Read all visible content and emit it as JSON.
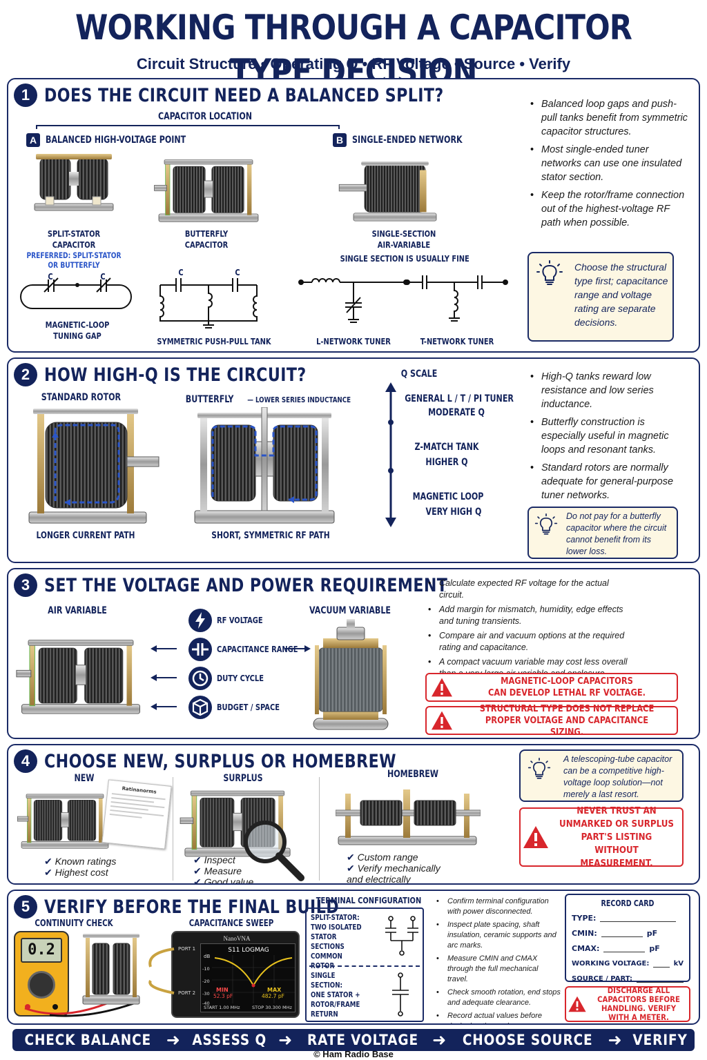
{
  "header": {
    "title": "WORKING THROUGH A CAPACITOR TYPE DECISION",
    "subtitle": "Circuit Structure  •  Operating Q  •  RF Voltage  •  Source  •  Verify"
  },
  "s1": {
    "num": "1",
    "title": "DOES THE CIRCUIT NEED A BALANCED SPLIT?",
    "location": "CAPACITOR LOCATION",
    "a_badge": "A",
    "a_title": "BALANCED HIGH-VOLTAGE POINT",
    "b_badge": "B",
    "b_title": "SINGLE-ENDED NETWORK",
    "split_label": "SPLIT-STATOR\nCAPACITOR",
    "split_pref": "PREFERRED: SPLIT-STATOR\nOR BUTTERFLY",
    "butterfly_label": "BUTTERFLY\nCAPACITOR",
    "single_label": "SINGLE-SECTION\nAIR-VARIABLE",
    "single_note": "SINGLE SECTION IS USUALLY FINE",
    "c_mark": "C",
    "loop_label": "MAGNETIC-LOOP\nTUNING GAP",
    "pushpull_label": "SYMMETRIC PUSH-PULL TANK",
    "lnet_label": "L-NETWORK TUNER",
    "tnet_label": "T-NETWORK TUNER",
    "bullets": [
      "Balanced loop gaps and push-pull tanks benefit from symmetric capacitor structures.",
      "Most single-ended tuner networks can use one insulated stator section.",
      "Keep the rotor/frame connection out of the highest-voltage RF path when possible."
    ],
    "tip": "Choose the structural type first; capacitance range and voltage rating are separate decisions."
  },
  "s2": {
    "num": "2",
    "title": "HOW HIGH-Q IS THE CIRCUIT?",
    "std_title": "STANDARD ROTOR",
    "bfly_title": "BUTTERFLY",
    "bfly_sub": "— LOWER SERIES INDUCTANCE",
    "std_caption": "LONGER CURRENT PATH",
    "bfly_caption": "SHORT, SYMMETRIC RF PATH",
    "q_scale": "Q SCALE",
    "q_levels": [
      {
        "a": "GENERAL L / T / PI TUNER",
        "b": "MODERATE Q"
      },
      {
        "a": "Z-MATCH TANK",
        "b": "HIGHER Q"
      },
      {
        "a": "MAGNETIC LOOP",
        "b": "VERY HIGH Q"
      }
    ],
    "bullets": [
      "High-Q tanks reward low resistance and low series inductance.",
      "Butterfly construction is especially useful in magnetic loops and resonant tanks.",
      "Standard rotors are normally adequate for general-purpose tuner networks."
    ],
    "tip": "Do not pay for a butterfly capacitor where the circuit cannot benefit from its lower loss."
  },
  "s3": {
    "num": "3",
    "title": "SET THE VOLTAGE AND POWER REQUIREMENT",
    "air_title": "AIR VARIABLE",
    "vac_title": "VACUUM VARIABLE",
    "factors": [
      "RF VOLTAGE",
      "CAPACITANCE RANGE",
      "DUTY CYCLE",
      "BUDGET / SPACE"
    ],
    "bullets": [
      "Calculate expected RF voltage for the actual circuit.",
      "Add margin for mismatch, humidity, edge effects and tuning transients.",
      "Compare air and vacuum options at the required rating and capacitance.",
      "A compact vacuum variable may cost less overall than a very large air variable and enclosure."
    ],
    "warn1": "MAGNETIC-LOOP CAPACITORS\nCAN DEVELOP LETHAL RF VOLTAGE.",
    "warn2": "STRUCTURAL TYPE DOES NOT REPLACE\nPROPER VOLTAGE AND CAPACITANCE SIZING."
  },
  "s4": {
    "num": "4",
    "title": "CHOOSE NEW, SURPLUS OR HOMEBREW",
    "new_title": "NEW",
    "surplus_title": "SURPLUS",
    "home_title": "HOMEBREW",
    "new_checks": [
      "Known ratings",
      "Highest cost"
    ],
    "surplus_checks": [
      "Inspect",
      "Measure",
      "Good value"
    ],
    "home_checks": [
      "Custom range",
      "Verify mechanically\nand electrically"
    ],
    "tip": "A telescoping-tube capacitor can be a competitive high-voltage loop solution—not merely a last resort.",
    "warn": "NEVER TRUST AN\nUNMARKED OR SURPLUS\nPART'S LISTING WITHOUT\nMEASUREMENT.",
    "sheet_title": "Ratinanorms"
  },
  "s5": {
    "num": "5",
    "title": "VERIFY BEFORE THE FINAL BUILD",
    "cont_title": "CONTINUITY CHECK",
    "sweep_title": "CAPACITANCE SWEEP",
    "meter_reading": "0.2",
    "vna": {
      "brand": "NanoVNA",
      "trace": "S11 LOGMAG",
      "unit": "dB",
      "port1": "PORT 1",
      "port2": "PORT 2",
      "ticks": [
        "-10",
        "-20",
        "-30",
        "-40"
      ],
      "min_label": "MIN",
      "min_val": "52.3 pF",
      "max_label": "MAX",
      "max_val": "482.7 pF",
      "start": "START 1.00 MHz",
      "stop": "STOP 30.300 MHz"
    },
    "term_title": "TERMINAL CONFIGURATION",
    "term_split": "SPLIT-STATOR:\nTWO ISOLATED\nSTATOR SECTIONS\nCOMMON ROTOR",
    "term_single": "SINGLE SECTION:\nONE STATOR +\nROTOR/FRAME\nRETURN",
    "bullets": [
      "Confirm terminal configuration with power disconnected.",
      "Inspect plate spacing, shaft insulation, ceramic supports and arc marks.",
      "Measure CMIN and CMAX through the full mechanical travel.",
      "Check smooth rotation, end stops and adequate clearance.",
      "Record actual values before designing the enclosure."
    ],
    "record": {
      "title": "RECORD CARD",
      "type": "TYPE:",
      "cmin": "CMIN:",
      "cmax": "CMAX:",
      "pf": "pF",
      "wv": "WORKING VOLTAGE:",
      "kv": "kV",
      "source": "SOURCE / PART:"
    },
    "warn": "DISCHARGE ALL\nCAPACITORS BEFORE\nHANDLING. VERIFY\nWITH A METER."
  },
  "footer": {
    "steps": [
      "CHECK BALANCE",
      "ASSESS Q",
      "RATE VOLTAGE",
      "CHOOSE SOURCE",
      "VERIFY"
    ],
    "arrow": "➜",
    "copyright": "© Ham Radio Base"
  },
  "colors": {
    "navy": "#13235b",
    "red": "#d8262c",
    "cream": "#fdf7e3",
    "blue_arrow": "#2a55c8"
  }
}
